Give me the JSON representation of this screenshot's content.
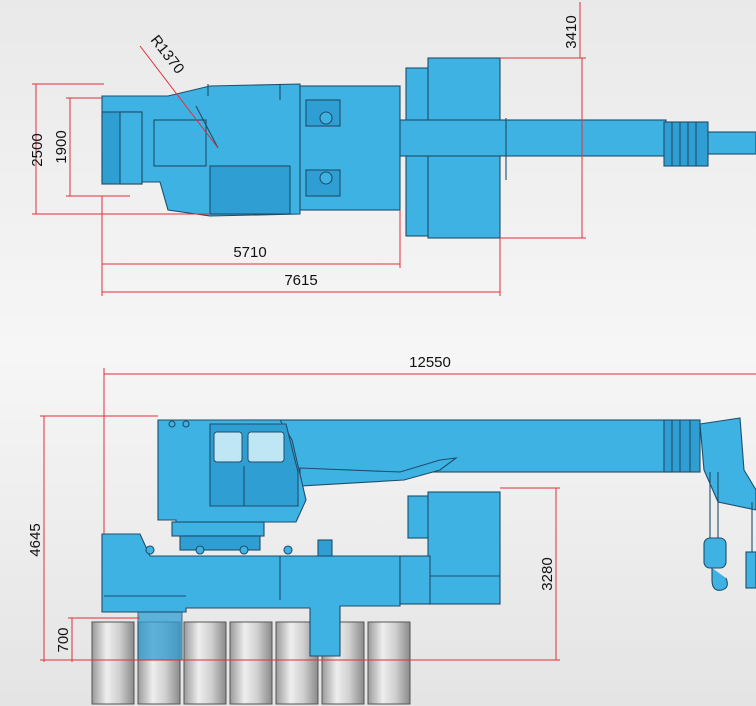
{
  "colors": {
    "machine_blue": "#3fb2e4",
    "outline": "#1f4e6b",
    "dimension_red": "#e0303a",
    "background": "#f2f2f2"
  },
  "dimensions": {
    "top_view": {
      "overall_width": "2500",
      "track_width": "1900",
      "tail_radius": "R1370",
      "body_length": "5710",
      "counterweight_length": "7615",
      "counterweight_width": "3410"
    },
    "side_view": {
      "boom_length": "12550",
      "overall_height": "4645",
      "counterweight_height": "3280",
      "ground_clearance": "700"
    }
  }
}
